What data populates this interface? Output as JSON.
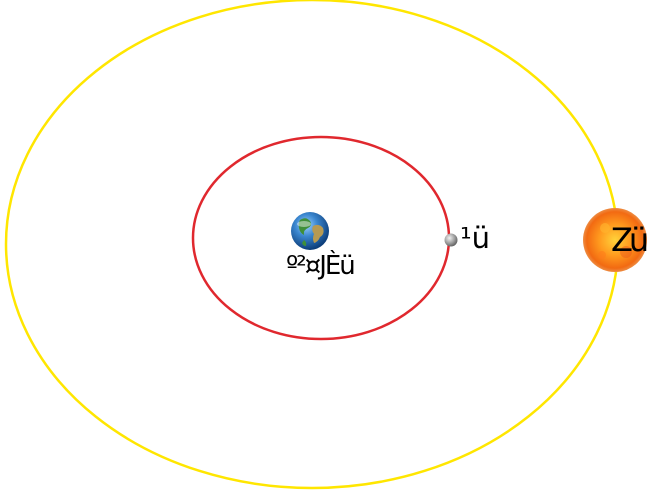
{
  "diagram": {
    "colors": {
      "background": "#ffffff",
      "outer_orbit": "#ffe600",
      "inner_orbit": "#e0282e",
      "label_text": "#000000"
    },
    "bodies": {
      "earth": {
        "label": "º²¤ЈÈü",
        "icon": "earth-icon"
      },
      "moon": {
        "label": "¹ü",
        "icon": "moon-icon"
      },
      "sun": {
        "label": "Zü",
        "icon": "sun-icon"
      }
    },
    "orbits": [
      {
        "name": "outer-orbit",
        "color": "#ffe600"
      },
      {
        "name": "inner-orbit",
        "color": "#e0282e"
      }
    ]
  }
}
